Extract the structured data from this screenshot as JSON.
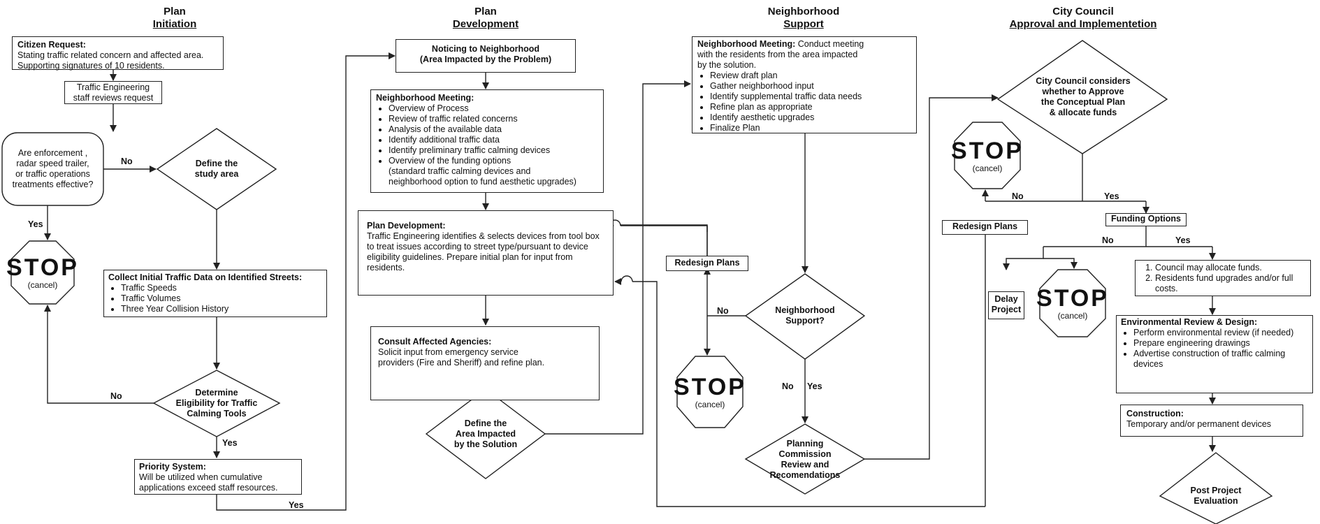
{
  "headers": {
    "col1": {
      "line1": "Plan",
      "line2": "Initiation"
    },
    "col2": {
      "line1": "Plan",
      "line2": "Development"
    },
    "col3": {
      "line1": "Neighborhood",
      "line2": "Support"
    },
    "col4": {
      "line1": "City Council",
      "line2": "Approval and Implementetion"
    }
  },
  "citizen_request": {
    "title": "Citizen Request:",
    "lines": [
      "Stating traffic related concern and affected area.",
      "Supporting signatures of 10 residents."
    ]
  },
  "staff_review": {
    "lines": [
      "Traffic Engineering",
      "staff reviews request"
    ]
  },
  "enforcement": {
    "lines": [
      "Are enforcement ,",
      "radar speed trailer,",
      "or traffic operations",
      "treatments effective?"
    ]
  },
  "define_study": {
    "lines": [
      "Define the",
      "study area"
    ]
  },
  "collect_data": {
    "title": "Collect Initial Traffic Data on Identified Streets:",
    "items": [
      "Traffic Speeds",
      "Traffic Volumes",
      "Three Year Collision History"
    ]
  },
  "eligibility": {
    "lines": [
      "Determine",
      "Eligibility for Traffic",
      "Calming Tools"
    ]
  },
  "priority": {
    "title": "Priority System:",
    "lines": [
      "Will be utilized when cumulative",
      "applications exceed staff resources."
    ]
  },
  "noticing": {
    "lines": [
      "Noticing to Neighborhood",
      "(Area Impacted by the Problem)"
    ]
  },
  "nm1": {
    "title": "Neighborhood Meeting:",
    "items": [
      "Overview of Process",
      "Review of traffic related concerns",
      "Analysis of the available data",
      "Identify additional traffic data",
      "Identify preliminary traffic calming devices",
      "Overview of the funding options"
    ],
    "extra": [
      "(standard traffic calming devices and",
      "neighborhood option to fund aesthetic upgrades)"
    ]
  },
  "plan_dev": {
    "title": "Plan Development:",
    "text": "Traffic Engineering identifies & selects devices from tool box to treat issues according to street type/pursuant to device eligibility guidelines. Prepare initial plan for input from residents."
  },
  "consult": {
    "title": "Consult Affected Agencies:",
    "lines": [
      "Solicit input from emergency service",
      "providers (Fire and Sheriff) and refine plan."
    ]
  },
  "define_area": {
    "lines": [
      "Define the",
      "Area Impacted",
      "by the Solution"
    ]
  },
  "nm2": {
    "title": "Neighborhood Meeting:",
    "title_rest": "Conduct meeting",
    "lines": [
      "with the residents from the area impacted",
      "by the solution."
    ],
    "items": [
      "Review draft plan",
      "Gather neighborhood input",
      "Identify supplemental traffic data needs",
      "Refine plan as appropriate",
      "Identify aesthetic upgrades",
      "Finalize Plan"
    ]
  },
  "redesign_1": {
    "label": "Redesign Plans"
  },
  "nbhd_support": {
    "lines": [
      "Neighborhood",
      "Support?"
    ]
  },
  "planning": {
    "lines": [
      "Planning",
      "Commission",
      "Review and",
      "Recomendations"
    ]
  },
  "council": {
    "lines": [
      "City Council considers",
      "whether to Approve",
      "the Conceptual Plan",
      "& allocate funds"
    ]
  },
  "redesign_2": {
    "label": "Redesign Plans"
  },
  "funding": {
    "label": "Funding Options"
  },
  "delay": {
    "lines": [
      "Delay",
      "Project"
    ]
  },
  "council_list": {
    "items": [
      "Council may allocate funds.",
      "Residents fund upgrades and/or full costs."
    ]
  },
  "env_review": {
    "title": "Environmental Review & Design:",
    "items": [
      "Perform environmental review (if needed)",
      "Prepare engineering drawings",
      "Advertise construction of traffic calming devices"
    ]
  },
  "construction": {
    "title": "Construction:",
    "lines": [
      "Temporary and/or permanent devices"
    ]
  },
  "post_project": {
    "lines": [
      "Post Project",
      "Evaluation"
    ]
  },
  "stop": {
    "word": "STOP",
    "cancel": "(cancel)"
  },
  "labels": {
    "yes": "Yes",
    "no": "No"
  }
}
